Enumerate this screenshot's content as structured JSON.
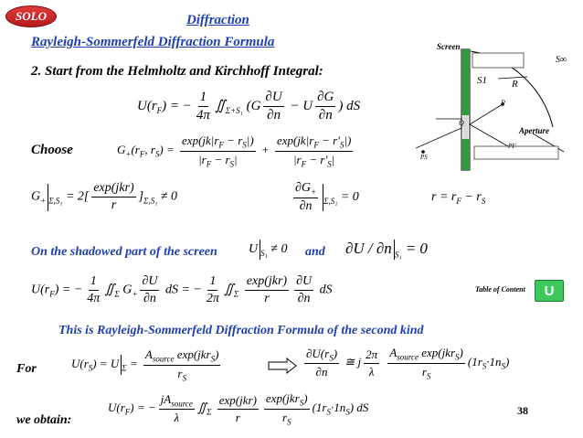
{
  "badge": "SOLO",
  "title": "Diffraction",
  "subtitle": "Rayleigh-Sommerfeld Diffraction Formula",
  "step2": "2. Start from the Helmholtz and Kirchhoff Integral:",
  "choose": "Choose",
  "shadow_text": "On the shadowed part of the screen",
  "and": "and",
  "conclusion": "This is Rayleigh-Sommerfeld Diffraction Formula of the second kind",
  "for": "For",
  "we_obtain": "we obtain:",
  "toc": "Table of Content",
  "page": "38",
  "diagram": {
    "screen": "Screen",
    "s_inf": "S∞",
    "s1": "S1",
    "r": "R",
    "aperture": "Aperture",
    "p": "P",
    "pf": "PF",
    "ps": "PS",
    "q": "Q"
  }
}
